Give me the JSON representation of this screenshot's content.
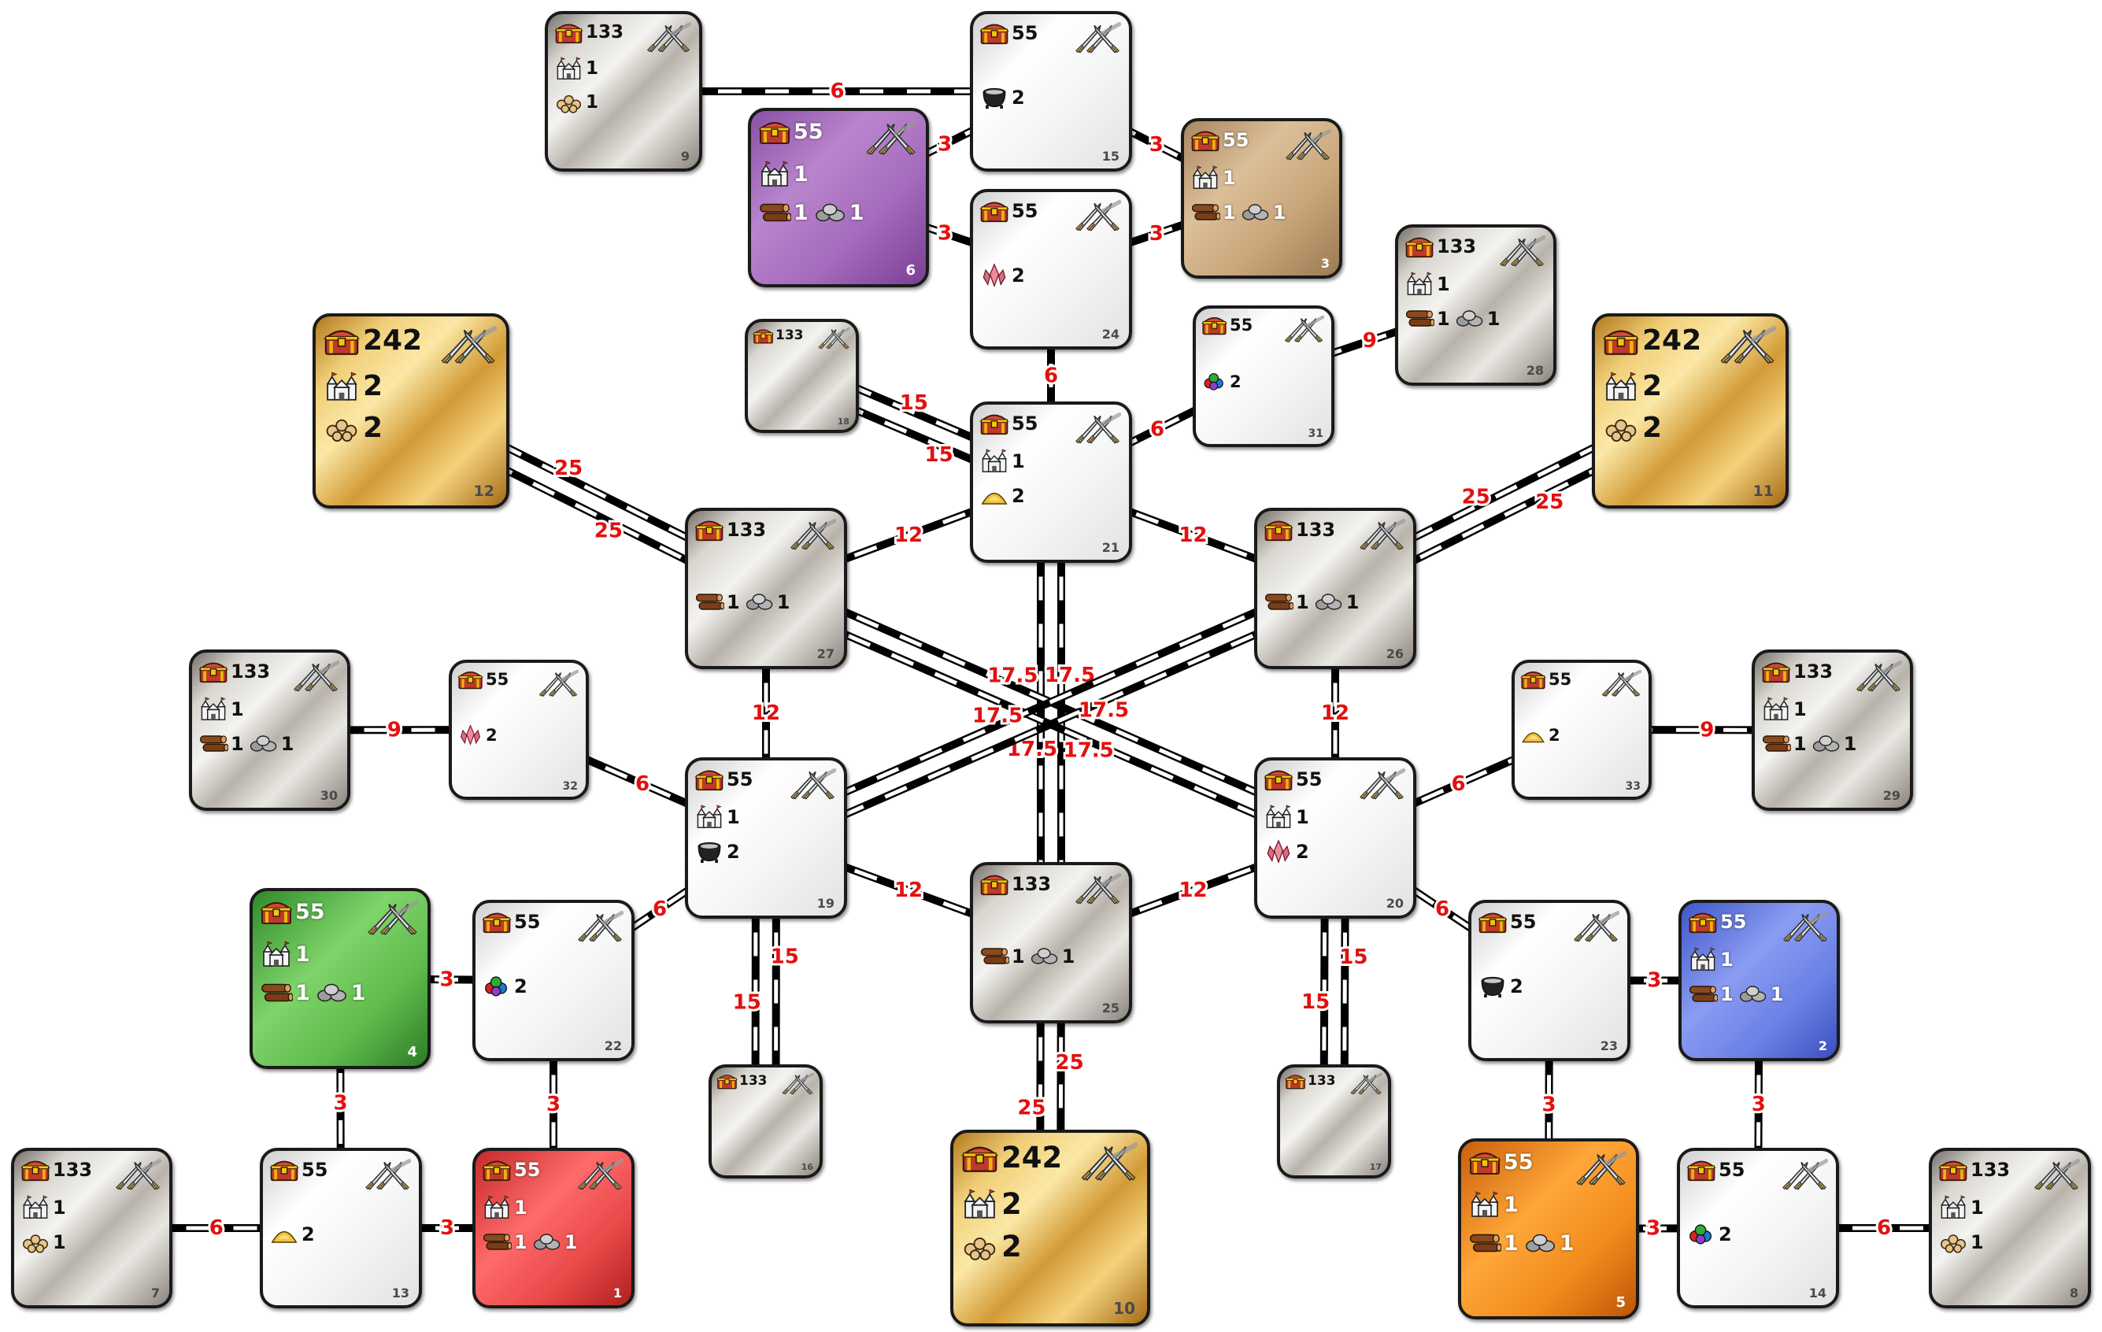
{
  "tiles": [
    {
      "id": "9",
      "gold": "133",
      "style": "silver",
      "row2": {
        "icon": "castle",
        "v": "1"
      },
      "row3": [
        {
          "icon": "ore",
          "v": "1"
        }
      ]
    },
    {
      "id": "15",
      "gold": "55",
      "style": "white",
      "row2": {
        "icon": "cauldron",
        "v": "2"
      },
      "row3": []
    },
    {
      "id": "6",
      "gold": "55",
      "style": "purple",
      "row2": {
        "icon": "castle",
        "v": "1"
      },
      "row3": [
        {
          "icon": "wood",
          "v": "1"
        },
        {
          "icon": "stone",
          "v": "1"
        }
      ]
    },
    {
      "id": "3",
      "gold": "55",
      "style": "tan",
      "row2": {
        "icon": "castle",
        "v": "1"
      },
      "row3": [
        {
          "icon": "wood",
          "v": "1"
        },
        {
          "icon": "stone",
          "v": "1"
        }
      ]
    },
    {
      "id": "24",
      "gold": "55",
      "style": "white",
      "row2": {
        "icon": "crystal",
        "v": "2"
      },
      "row3": []
    },
    {
      "id": "28",
      "gold": "133",
      "style": "silver",
      "row2": {
        "icon": "castle",
        "v": "1"
      },
      "row3": [
        {
          "icon": "wood",
          "v": "1"
        },
        {
          "icon": "stone",
          "v": "1"
        }
      ]
    },
    {
      "id": "12",
      "gold": "242",
      "style": "gold",
      "row2": {
        "icon": "castle",
        "v": "2"
      },
      "row3": [
        {
          "icon": "ore",
          "v": "2"
        }
      ]
    },
    {
      "id": "18",
      "gold": "133",
      "style": "silver",
      "row2": null,
      "row3": []
    },
    {
      "id": "31",
      "gold": "55",
      "style": "white",
      "row2": {
        "icon": "gems",
        "v": "2"
      },
      "row3": []
    },
    {
      "id": "11",
      "gold": "242",
      "style": "gold",
      "row2": {
        "icon": "castle",
        "v": "2"
      },
      "row3": [
        {
          "icon": "ore",
          "v": "2"
        }
      ]
    },
    {
      "id": "21",
      "gold": "55",
      "style": "white",
      "row2": {
        "icon": "castle",
        "v": "1"
      },
      "row3": [
        {
          "icon": "sulfur",
          "v": "2"
        }
      ]
    },
    {
      "id": "27",
      "gold": "133",
      "style": "silver",
      "row2": null,
      "row3": [
        {
          "icon": "wood",
          "v": "1"
        },
        {
          "icon": "stone",
          "v": "1"
        }
      ]
    },
    {
      "id": "26",
      "gold": "133",
      "style": "silver",
      "row2": null,
      "row3": [
        {
          "icon": "wood",
          "v": "1"
        },
        {
          "icon": "stone",
          "v": "1"
        }
      ]
    },
    {
      "id": "30",
      "gold": "133",
      "style": "silver",
      "row2": {
        "icon": "castle",
        "v": "1"
      },
      "row3": [
        {
          "icon": "wood",
          "v": "1"
        },
        {
          "icon": "stone",
          "v": "1"
        }
      ]
    },
    {
      "id": "32",
      "gold": "55",
      "style": "white",
      "row2": {
        "icon": "crystal",
        "v": "2"
      },
      "row3": []
    },
    {
      "id": "33",
      "gold": "55",
      "style": "white",
      "row2": {
        "icon": "sulfur",
        "v": "2"
      },
      "row3": []
    },
    {
      "id": "29",
      "gold": "133",
      "style": "silver",
      "row2": {
        "icon": "castle",
        "v": "1"
      },
      "row3": [
        {
          "icon": "wood",
          "v": "1"
        },
        {
          "icon": "stone",
          "v": "1"
        }
      ]
    },
    {
      "id": "19",
      "gold": "55",
      "style": "white",
      "row2": {
        "icon": "castle",
        "v": "1"
      },
      "row3": [
        {
          "icon": "cauldron",
          "v": "2"
        }
      ]
    },
    {
      "id": "20",
      "gold": "55",
      "style": "white",
      "row2": {
        "icon": "castle",
        "v": "1"
      },
      "row3": [
        {
          "icon": "crystal",
          "v": "2"
        }
      ]
    },
    {
      "id": "4",
      "gold": "55",
      "style": "green",
      "row2": {
        "icon": "castle",
        "v": "1"
      },
      "row3": [
        {
          "icon": "wood",
          "v": "1"
        },
        {
          "icon": "stone",
          "v": "1"
        }
      ]
    },
    {
      "id": "22",
      "gold": "55",
      "style": "white",
      "row2": {
        "icon": "gems",
        "v": "2"
      },
      "row3": []
    },
    {
      "id": "25",
      "gold": "133",
      "style": "silver",
      "row2": null,
      "row3": [
        {
          "icon": "wood",
          "v": "1"
        },
        {
          "icon": "stone",
          "v": "1"
        }
      ]
    },
    {
      "id": "23",
      "gold": "55",
      "style": "white",
      "row2": {
        "icon": "cauldron",
        "v": "2"
      },
      "row3": []
    },
    {
      "id": "2",
      "gold": "55",
      "style": "blue",
      "row2": {
        "icon": "castle",
        "v": "1"
      },
      "row3": [
        {
          "icon": "wood",
          "v": "1"
        },
        {
          "icon": "stone",
          "v": "1"
        }
      ]
    },
    {
      "id": "16",
      "gold": "133",
      "style": "silver",
      "row2": null,
      "row3": []
    },
    {
      "id": "17",
      "gold": "133",
      "style": "silver",
      "row2": null,
      "row3": []
    },
    {
      "id": "7",
      "gold": "133",
      "style": "silver",
      "row2": {
        "icon": "castle",
        "v": "1"
      },
      "row3": [
        {
          "icon": "ore",
          "v": "1"
        }
      ]
    },
    {
      "id": "13",
      "gold": "55",
      "style": "white",
      "row2": {
        "icon": "sulfur",
        "v": "2"
      },
      "row3": []
    },
    {
      "id": "1",
      "gold": "55",
      "style": "red",
      "row2": {
        "icon": "castle",
        "v": "1"
      },
      "row3": [
        {
          "icon": "wood",
          "v": "1"
        },
        {
          "icon": "stone",
          "v": "1"
        }
      ]
    },
    {
      "id": "10",
      "gold": "242",
      "style": "gold",
      "row2": {
        "icon": "castle",
        "v": "2"
      },
      "row3": [
        {
          "icon": "ore",
          "v": "2"
        }
      ]
    },
    {
      "id": "5",
      "gold": "55",
      "style": "orange",
      "row2": {
        "icon": "castle",
        "v": "1"
      },
      "row3": [
        {
          "icon": "wood",
          "v": "1"
        },
        {
          "icon": "stone",
          "v": "1"
        }
      ]
    },
    {
      "id": "14",
      "gold": "55",
      "style": "white",
      "row2": {
        "icon": "gems",
        "v": "2"
      },
      "row3": []
    },
    {
      "id": "8",
      "gold": "133",
      "style": "silver",
      "row2": {
        "icon": "castle",
        "v": "1"
      },
      "row3": [
        {
          "icon": "ore",
          "v": "1"
        }
      ]
    }
  ],
  "edges": [
    {
      "a": "9",
      "b": "15",
      "labels": [
        "6"
      ]
    },
    {
      "a": "6",
      "b": "15",
      "labels": [
        "3"
      ]
    },
    {
      "a": "6",
      "b": "24",
      "labels": [
        "3"
      ]
    },
    {
      "a": "3",
      "b": "15",
      "labels": [
        "3"
      ]
    },
    {
      "a": "3",
      "b": "24",
      "labels": [
        "3"
      ]
    },
    {
      "a": "24",
      "b": "21",
      "labels": [
        "6"
      ]
    },
    {
      "a": "28",
      "b": "31",
      "labels": [
        "9"
      ]
    },
    {
      "a": "31",
      "b": "21",
      "labels": [
        "6"
      ]
    },
    {
      "a": "18",
      "b": "21",
      "labels": [
        "15",
        "15"
      ]
    },
    {
      "a": "12",
      "b": "27",
      "labels": [
        "25",
        "25"
      ]
    },
    {
      "a": "11",
      "b": "26",
      "labels": [
        "25",
        "25"
      ]
    },
    {
      "a": "27",
      "b": "21",
      "labels": [
        "12"
      ]
    },
    {
      "a": "26",
      "b": "21",
      "labels": [
        "12"
      ]
    },
    {
      "a": "21",
      "b": "25",
      "labels": [
        "17.5",
        "17.5"
      ]
    },
    {
      "a": "27",
      "b": "20",
      "labels": [
        "17.5",
        "17.5"
      ]
    },
    {
      "a": "26",
      "b": "19",
      "labels": [
        "17.5",
        "17.5"
      ]
    },
    {
      "a": "27",
      "b": "19",
      "labels": [
        "12"
      ]
    },
    {
      "a": "26",
      "b": "20",
      "labels": [
        "12"
      ]
    },
    {
      "a": "30",
      "b": "32",
      "labels": [
        "9"
      ]
    },
    {
      "a": "32",
      "b": "19",
      "labels": [
        "6"
      ]
    },
    {
      "a": "33",
      "b": "29",
      "labels": [
        "9"
      ]
    },
    {
      "a": "20",
      "b": "33",
      "labels": [
        "6"
      ]
    },
    {
      "a": "19",
      "b": "25",
      "labels": [
        "12"
      ]
    },
    {
      "a": "25",
      "b": "20",
      "labels": [
        "12"
      ]
    },
    {
      "a": "19",
      "b": "22",
      "labels": [
        "6"
      ]
    },
    {
      "a": "20",
      "b": "23",
      "labels": [
        "6"
      ]
    },
    {
      "a": "19",
      "b": "16",
      "labels": [
        "15",
        "15"
      ]
    },
    {
      "a": "20",
      "b": "17",
      "labels": [
        "15",
        "15"
      ]
    },
    {
      "a": "25",
      "b": "10",
      "labels": [
        "25",
        "25"
      ]
    },
    {
      "a": "4",
      "b": "22",
      "labels": [
        "3"
      ]
    },
    {
      "a": "23",
      "b": "2",
      "labels": [
        "3"
      ]
    },
    {
      "a": "4",
      "b": "13",
      "labels": [
        "3"
      ]
    },
    {
      "a": "22",
      "b": "1",
      "labels": [
        "3"
      ]
    },
    {
      "a": "23",
      "b": "5",
      "labels": [
        "3"
      ]
    },
    {
      "a": "2",
      "b": "14",
      "labels": [
        "3"
      ]
    },
    {
      "a": "7",
      "b": "13",
      "labels": [
        "6"
      ]
    },
    {
      "a": "13",
      "b": "1",
      "labels": [
        "3"
      ]
    },
    {
      "a": "5",
      "b": "14",
      "labels": [
        "3"
      ]
    },
    {
      "a": "14",
      "b": "8",
      "labels": [
        "6"
      ]
    }
  ],
  "colors": {
    "edge_label": "#e31010",
    "gold_tile": "#e6b64b",
    "purple": "#a66bbd",
    "tan": "#c9a57a",
    "green": "#5fba4b",
    "red": "#e84848",
    "blue": "#6a80e6",
    "orange": "#f08b1c"
  }
}
